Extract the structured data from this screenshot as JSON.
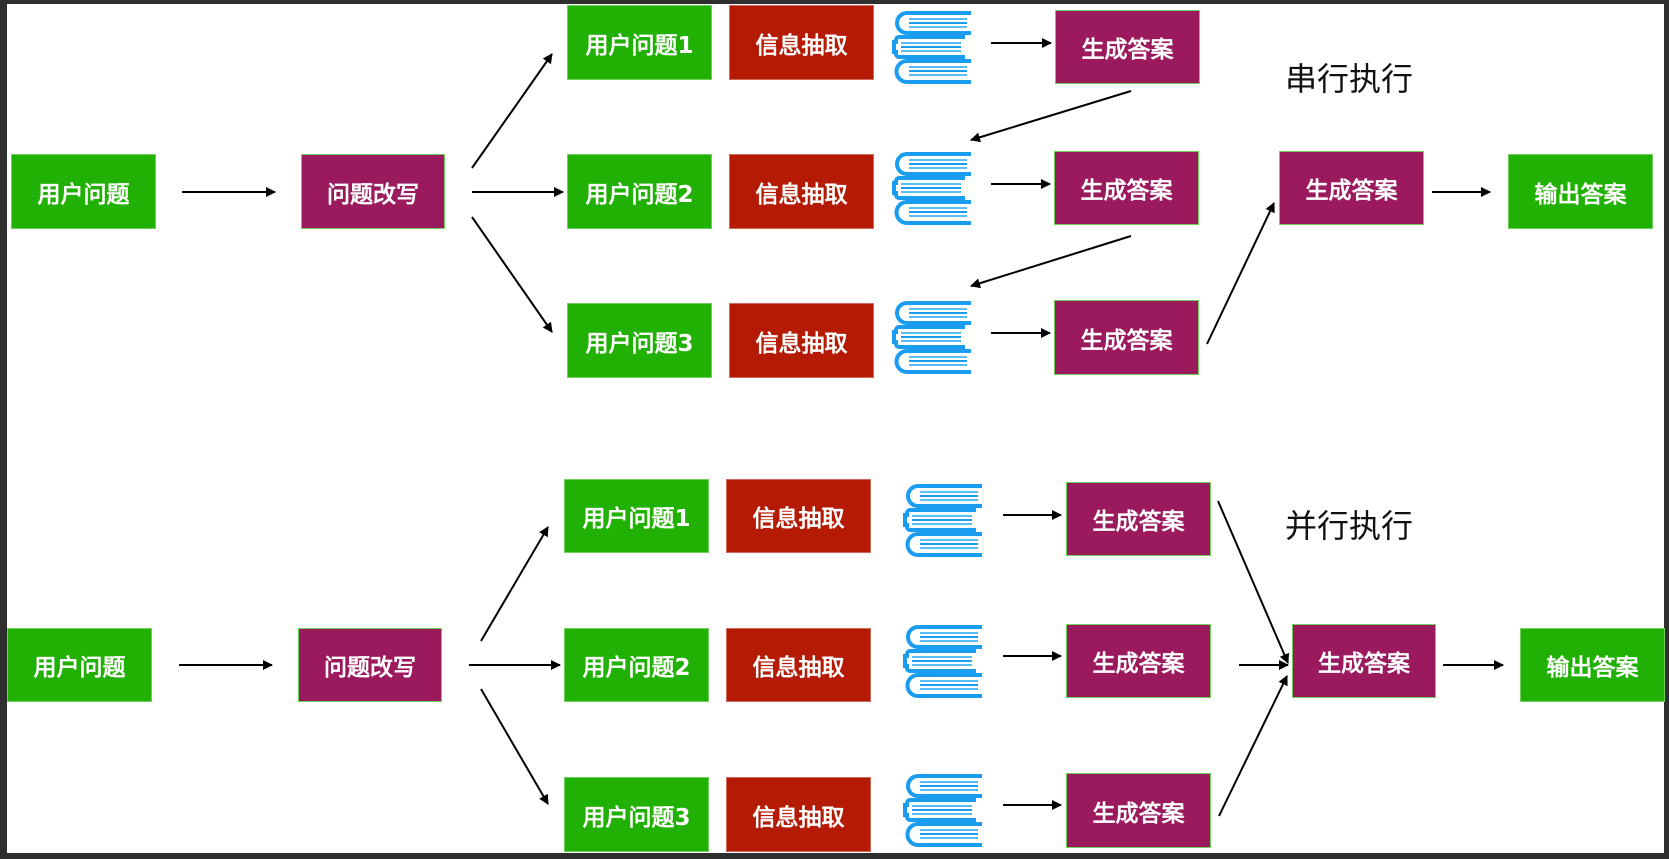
{
  "colors": {
    "user_node": "#21b004",
    "process_node": "#9b1a5e",
    "extract_node": "#b51a04",
    "book_icon": "#1a9cf0",
    "arrow": "#000000"
  },
  "serial": {
    "label": "串行执行",
    "input": "用户问题",
    "rewrite": "问题改写",
    "rows": [
      {
        "question": "用户问题1",
        "extract": "信息抽取",
        "knowledge_icon": "books-icon",
        "answer": "生成答案"
      },
      {
        "question": "用户问题2",
        "extract": "信息抽取",
        "knowledge_icon": "books-icon",
        "answer": "生成答案"
      },
      {
        "question": "用户问题3",
        "extract": "信息抽取",
        "knowledge_icon": "books-icon",
        "answer": "生成答案"
      }
    ],
    "merge": "生成答案",
    "output": "输出答案"
  },
  "parallel": {
    "label": "并行执行",
    "input": "用户问题",
    "rewrite": "问题改写",
    "rows": [
      {
        "question": "用户问题1",
        "extract": "信息抽取",
        "knowledge_icon": "books-icon",
        "answer": "生成答案"
      },
      {
        "question": "用户问题2",
        "extract": "信息抽取",
        "knowledge_icon": "books-icon",
        "answer": "生成答案"
      },
      {
        "question": "用户问题3",
        "extract": "信息抽取",
        "knowledge_icon": "books-icon",
        "answer": "生成答案"
      }
    ],
    "merge": "生成答案",
    "output": "输出答案"
  }
}
